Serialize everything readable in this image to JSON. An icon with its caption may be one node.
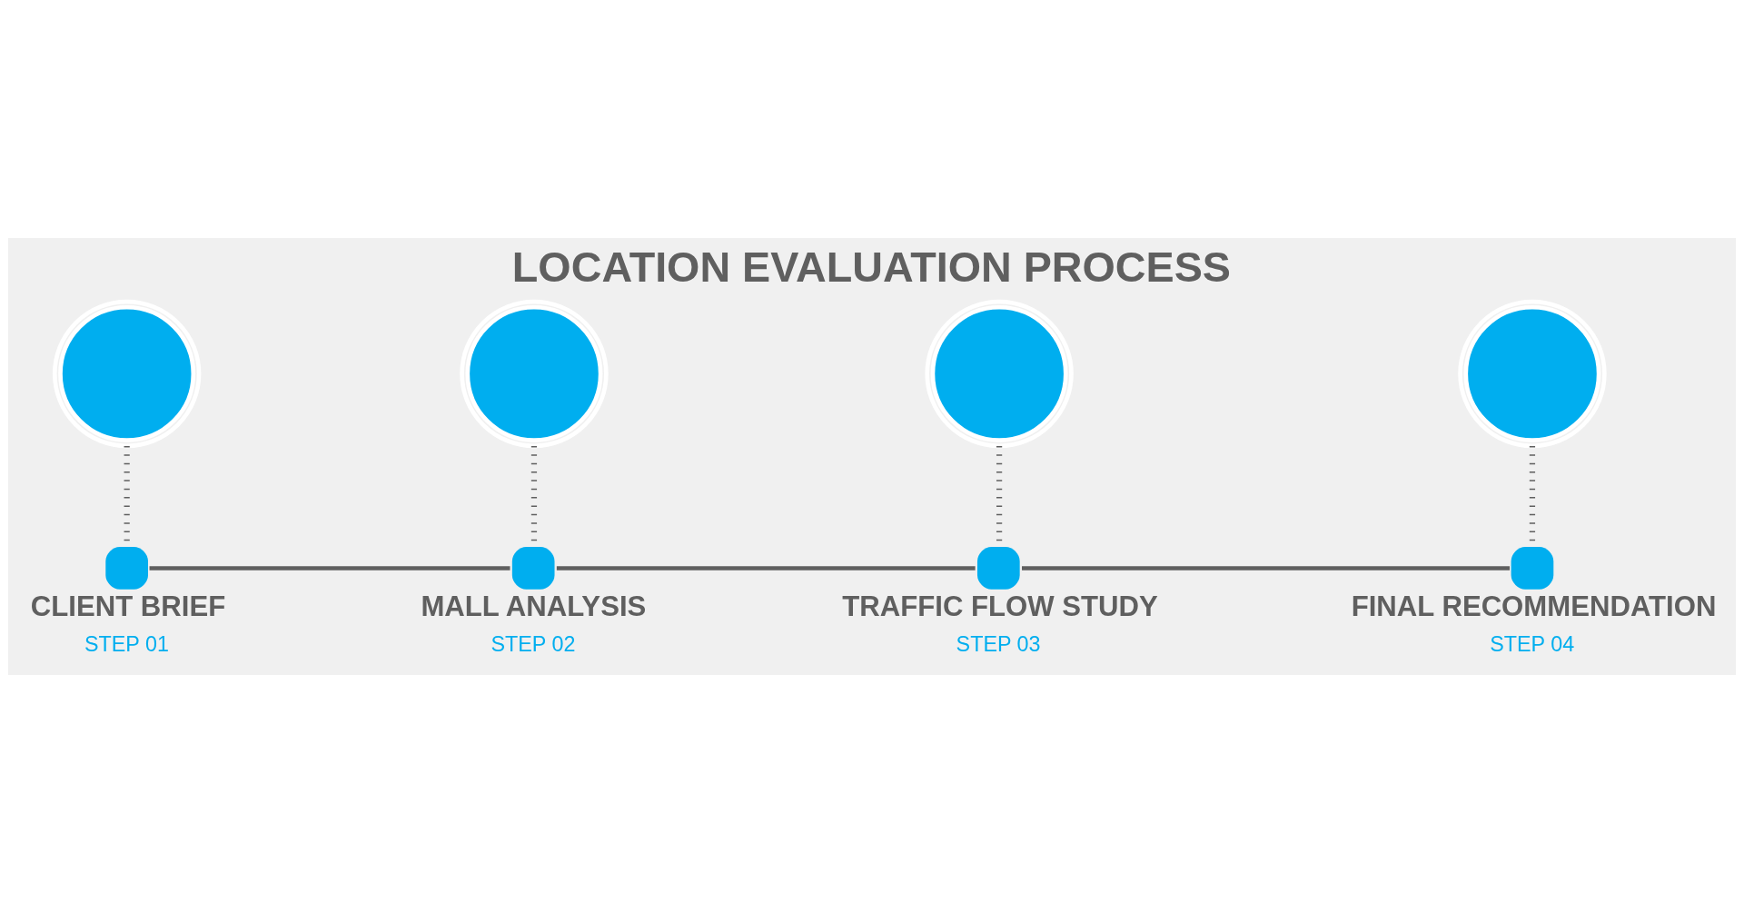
{
  "diagram": {
    "title": "LOCATION EVALUATION PROCESS",
    "nodes": [
      {
        "text": [],
        "shape": "pin"
      },
      {
        "text": [],
        "shape": "pin"
      },
      {
        "text": [],
        "shape": "pin"
      },
      {
        "text": [],
        "shape": "pin"
      },
      {
        "text": [
          "CLIENT BRIEF",
          "STEP 01"
        ]
      },
      {
        "text": [
          "MALL ANALYSIS",
          "STEP 02"
        ]
      },
      {
        "text": [
          "TRAFFIC FLOW STUDY",
          "STEP 03"
        ]
      },
      {
        "text": [
          "FINAL RECOMMENDATION",
          "STEP 04"
        ]
      }
    ],
    "edges": [
      {
        "from": 0,
        "to": 4,
        "arrow": "none",
        "style": "dashed"
      },
      {
        "from": 1,
        "to": 5,
        "arrow": "none",
        "style": "dashed"
      },
      {
        "from": 2,
        "to": 6,
        "arrow": "none",
        "style": "dashed"
      },
      {
        "from": 3,
        "to": 7,
        "arrow": "none",
        "style": "dashed"
      },
      {
        "from": 4,
        "to": 5,
        "arrow": "none"
      },
      {
        "from": 5,
        "to": 6,
        "arrow": "none"
      },
      {
        "from": 6,
        "to": 7,
        "arrow": "none"
      }
    ]
  }
}
